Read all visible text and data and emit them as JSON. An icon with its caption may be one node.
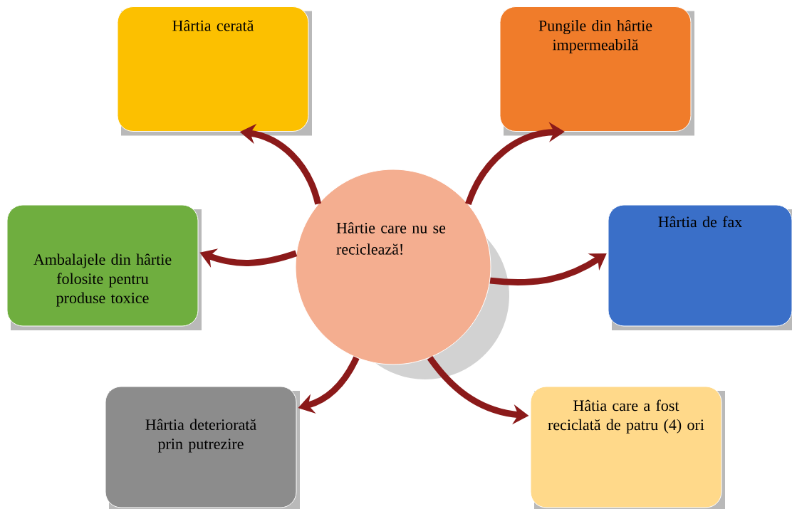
{
  "diagram": {
    "nodes": [
      {
        "text": [
          "Hârtie care nu se reciclează!"
        ]
      },
      {
        "text": [
          "Hârtia cerată"
        ]
      },
      {
        "text": [
          "Pungile din hârtie impermeabilă"
        ]
      },
      {
        "text": [
          "Ambalajele din hârtie folosite pentru produse toxice"
        ]
      },
      {
        "text": [
          "Hârtia de fax"
        ]
      },
      {
        "text": [
          "Hârtia deteriorată prin putrezire"
        ]
      },
      {
        "text": [
          "Hâtia care a fost reciclată de patru (4) ori"
        ]
      }
    ],
    "edges": [
      {
        "from": 0,
        "to": 1,
        "arrow": "to"
      },
      {
        "from": 0,
        "to": 2,
        "arrow": "to"
      },
      {
        "from": 0,
        "to": 3,
        "arrow": "to"
      },
      {
        "from": 0,
        "to": 4,
        "arrow": "to"
      },
      {
        "from": 0,
        "to": 5,
        "arrow": "to"
      },
      {
        "from": 0,
        "to": 6,
        "arrow": "to"
      }
    ]
  }
}
